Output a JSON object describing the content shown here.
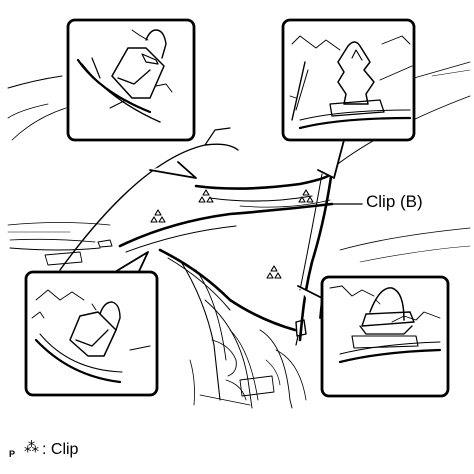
{
  "callout_label": "Clip (B)",
  "legend": {
    "prefix": "P",
    "symbol": "⁂",
    "text": ": Clip"
  },
  "colors": {
    "line": "#000000",
    "background": "#ffffff"
  }
}
